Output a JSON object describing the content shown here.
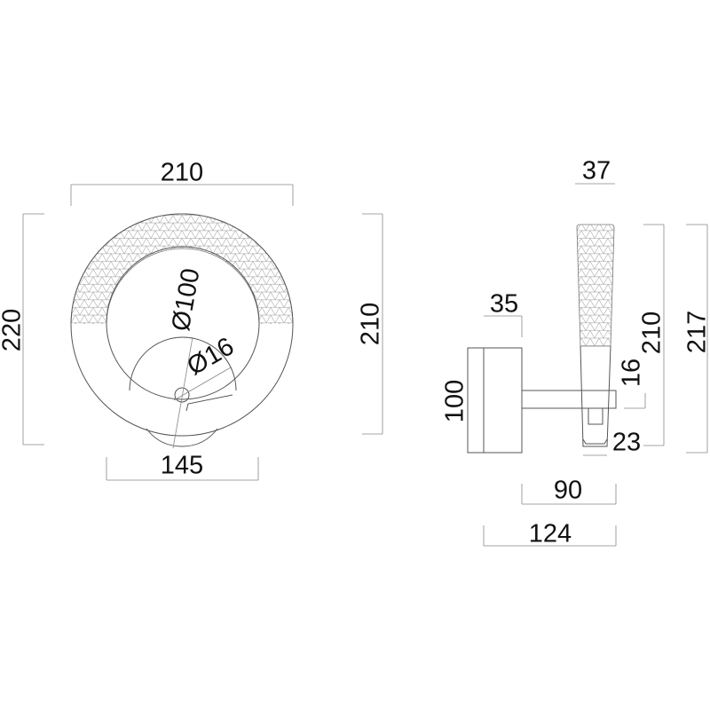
{
  "front_view": {
    "width_top": "210",
    "height_left": "220",
    "height_right": "210",
    "diameter_large": "Ø100",
    "diameter_small": "Ø16",
    "base_width": "145"
  },
  "side_view": {
    "shade_width": "37",
    "plate_depth": "35",
    "plate_height": "100",
    "arm_height": "16",
    "shade_height": "210",
    "total_height": "217",
    "shade_bottom_width": "23",
    "arm_length": "90",
    "total_depth": "124"
  },
  "colors": {
    "line": "#555555",
    "text": "#111111"
  }
}
